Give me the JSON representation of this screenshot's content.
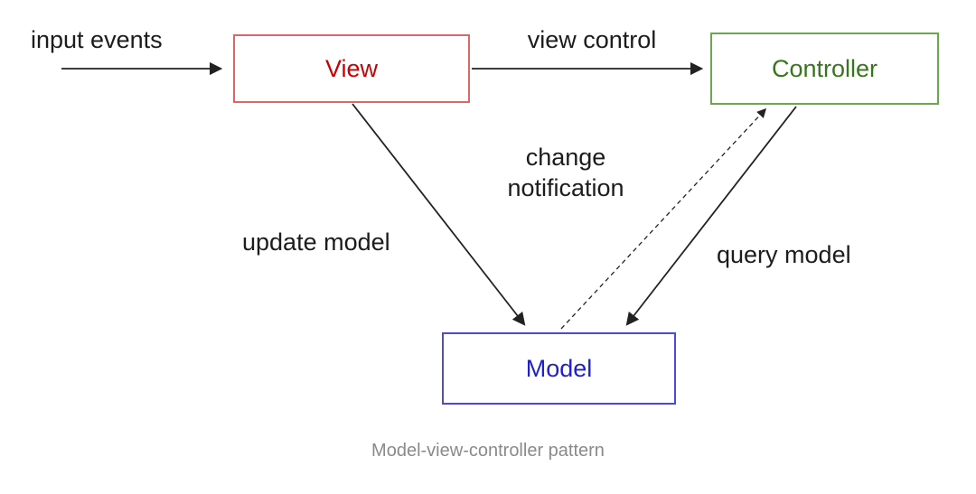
{
  "page": {
    "background": "#ffffff",
    "caption": "Model-view-controller pattern",
    "caption_color": "#8a8a8a"
  },
  "diagram": {
    "arrow_color": "#222222",
    "nodes": {
      "view": {
        "label": "View",
        "border_color": "#e06666",
        "text_color": "#cc0000"
      },
      "controller": {
        "label": "Controller",
        "border_color": "#6aa84f",
        "text_color": "#38761d"
      },
      "model": {
        "label": "Model",
        "border_color": "#4a4ae0",
        "text_color": "#2020cc"
      }
    },
    "edge_labels": {
      "input_events": "input events",
      "view_control": "view control",
      "update_model": "update model",
      "change_notification": "change notification",
      "query_model": "query model"
    }
  }
}
